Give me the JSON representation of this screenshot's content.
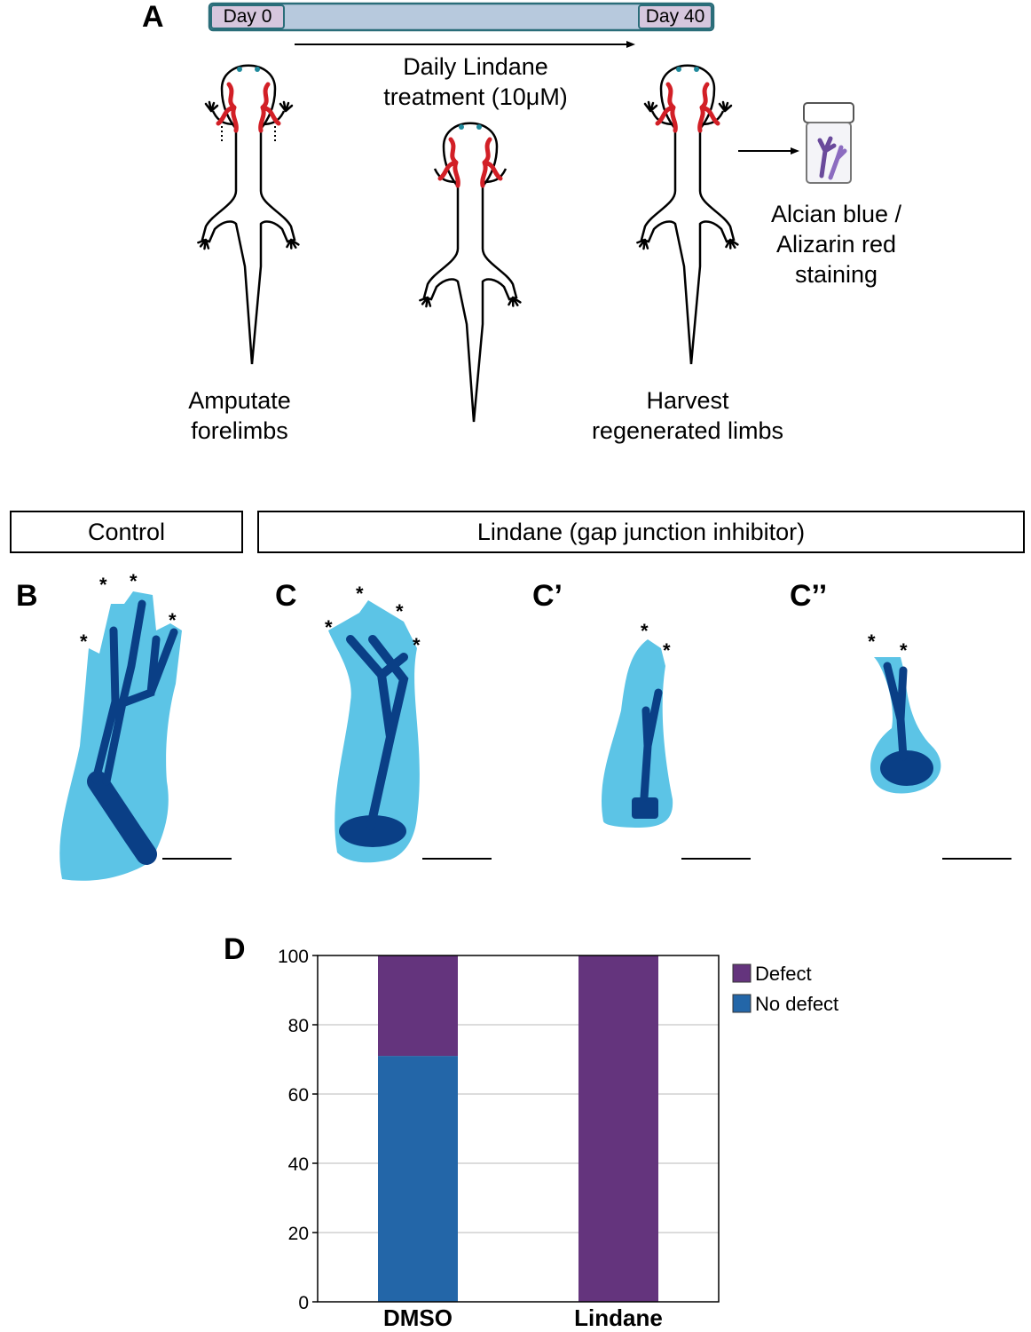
{
  "panel_a": {
    "letter": "A",
    "timeline": {
      "start_label": "Day 0",
      "end_label": "Day 40"
    },
    "treatment_label": "Daily Lindane\ntreatment (10μM)",
    "amputate_label": "Amputate\nforelimbs",
    "harvest_label": "Harvest\nregenerated limbs",
    "staining_label": "Alcian blue /\nAlizarin red\nstaining"
  },
  "group_labels": {
    "control": "Control",
    "lindane": "Lindane (gap junction inhibitor)"
  },
  "panel_letters": {
    "b": "B",
    "c": "C",
    "c1": "C’",
    "c2": "C’’",
    "d": "D"
  },
  "star_glyph": "*",
  "colors": {
    "defect": "#64347d",
    "no_defect": "#2366a8",
    "cartilage_light": "#5cc4e6",
    "cartilage_dark": "#0a3f86",
    "salamander_red": "#d21f26"
  },
  "chart_data": {
    "type": "bar",
    "stacked": true,
    "categories": [
      "DMSO",
      "Lindane"
    ],
    "series": [
      {
        "name": "No defect",
        "values": [
          71,
          0
        ]
      },
      {
        "name": "Defect",
        "values": [
          29,
          100
        ]
      }
    ],
    "ylim": [
      0,
      100
    ],
    "yticks": [
      0,
      20,
      40,
      60,
      80,
      100
    ],
    "grid": true,
    "legend_position": "right"
  }
}
